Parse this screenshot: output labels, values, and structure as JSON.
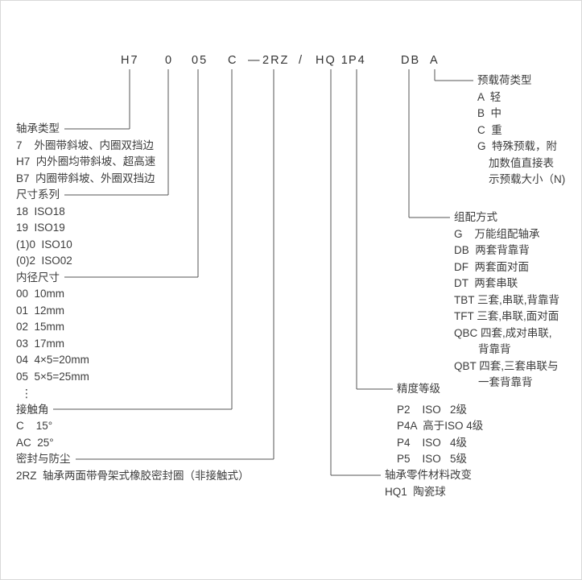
{
  "code": [
    "H7",
    "0",
    "05",
    "C",
    "—",
    "2RZ",
    "/",
    "HQ 1",
    "P4",
    "DB",
    "A"
  ],
  "left": {
    "bearing_type": {
      "title": "轴承类型",
      "items": [
        "7    外圈带斜坡、内圈双挡边",
        "H7  内外圈均带斜坡、超高速",
        "B7  内圈带斜坡、外圈双挡边"
      ]
    },
    "size_series": {
      "title": "尺寸系列",
      "items": [
        "18  ISO18",
        "19  ISO19",
        "(1)0  ISO10",
        "(0)2  ISO02"
      ]
    },
    "bore": {
      "title": "内径尺寸",
      "items": [
        "00  10mm",
        "01  12mm",
        "02  15mm",
        "03  17mm",
        "04  4×5=20mm",
        "05  5×5=25mm",
        "⋮"
      ]
    },
    "contact_angle": {
      "title": "接触角",
      "items": [
        "C    15°",
        "AC  25°"
      ]
    },
    "seal": {
      "title": "密封与防尘",
      "items": [
        "2RZ  轴承两面带骨架式橡胶密封圈（非接触式）"
      ]
    }
  },
  "right": {
    "preload": {
      "title": "预载荷类型",
      "items": [
        "A  轻",
        "B  中",
        "C  重",
        "G  特殊预载，附",
        "加数值直接表",
        "示预载大小（N)"
      ]
    },
    "arrangement": {
      "title": "组配方式",
      "items": [
        "G    万能组配轴承",
        "DB  两套背靠背",
        "DF  两套面对面",
        "DT  两套串联",
        "TBT 三套,串联,背靠背",
        "TFT 三套,串联,面对面",
        "QBC 四套,成对串联,",
        "背靠背",
        "QBT 四套,三套串联与",
        "一套背靠背"
      ]
    },
    "precision": {
      "title": "精度等级",
      "items": [
        "P2    ISO   2级",
        "P4A  高于ISO 4级",
        "P4    ISO   4级",
        "P5    ISO   5级"
      ]
    },
    "material": {
      "title": "轴承零件材料改变",
      "items": [
        "HQ1  陶瓷球"
      ]
    }
  }
}
